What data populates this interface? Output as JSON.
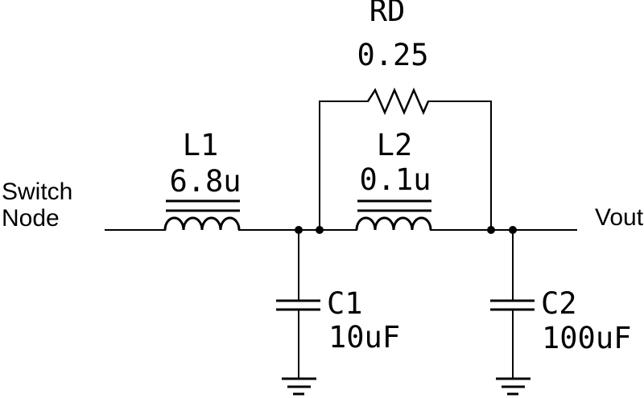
{
  "diagram": {
    "type": "circuit-schematic",
    "description": "Two-stage LC output filter with damped second inductor",
    "background_color": "#ffffff",
    "line_color": "#000000"
  },
  "nodes": {
    "input_line1": "Switch",
    "input_line2": "Node",
    "output": "Vout"
  },
  "components": {
    "l1": {
      "type": "inductor",
      "name": "L1",
      "value": "6.8u"
    },
    "l2": {
      "type": "inductor",
      "name": "L2",
      "value": "0.1u"
    },
    "rd": {
      "type": "resistor",
      "name": "RD",
      "value": "0.25"
    },
    "c1": {
      "type": "capacitor",
      "name": "C1",
      "value": "10uF"
    },
    "c2": {
      "type": "capacitor",
      "name": "C2",
      "value": "100uF"
    }
  }
}
